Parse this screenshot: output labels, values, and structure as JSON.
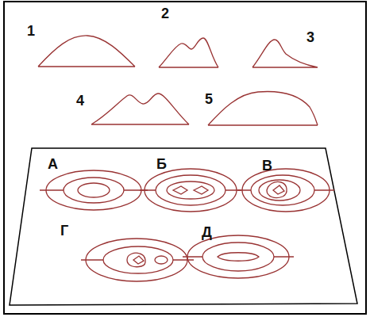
{
  "diagram": {
    "labels": [
      "1",
      "2",
      "3",
      "4",
      "5",
      "А",
      "Б",
      "В",
      "Г",
      "Д"
    ]
  }
}
